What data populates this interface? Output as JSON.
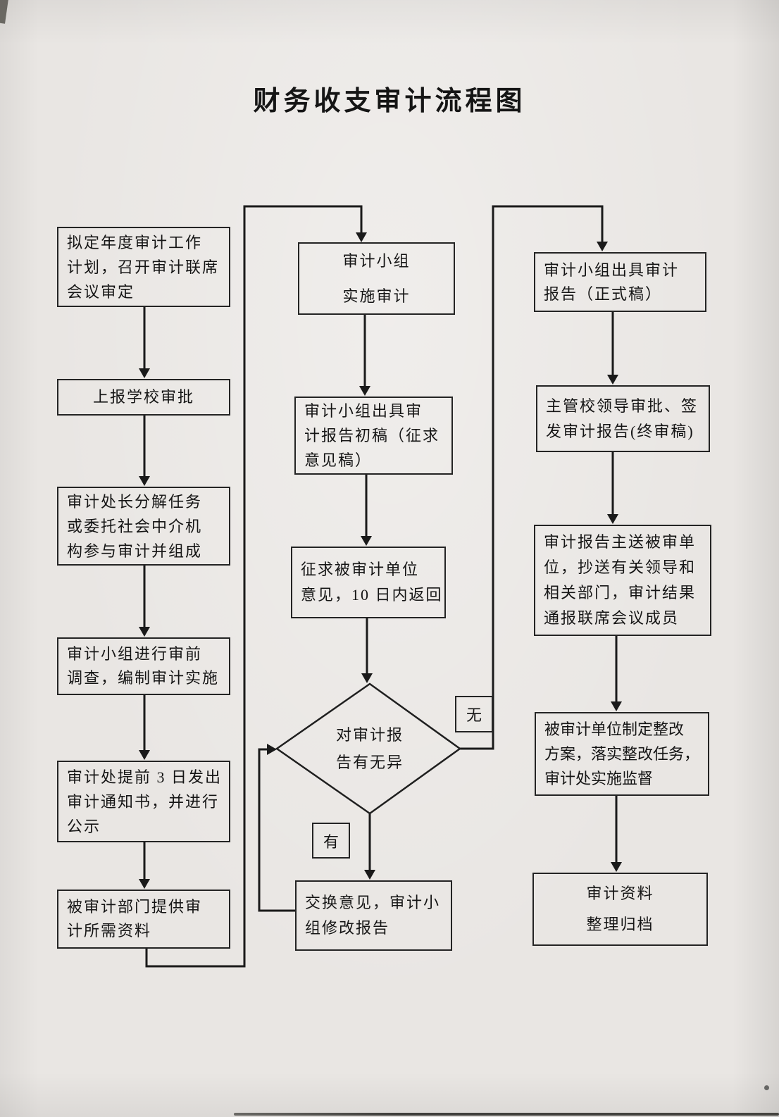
{
  "title": "财务收支审计流程图",
  "nodes": {
    "plan": {
      "lines": [
        "拟定年度审计工作",
        "计划，召开审计联席",
        "会议审定"
      ]
    },
    "school": {
      "lines": [
        "上报学校审批"
      ]
    },
    "assign": {
      "lines": [
        "审计处长分解任务",
        "或委托社会中介机",
        "构参与审计并组成"
      ]
    },
    "presurvey": {
      "lines": [
        "审计小组进行审前",
        "调查，编制审计实施"
      ]
    },
    "notice": {
      "lines": [
        "审计处提前 3 日发出",
        "审计通知书，并进行",
        "公示"
      ]
    },
    "materials": {
      "lines": [
        "被审计部门提供审",
        "计所需资料"
      ]
    },
    "implement": {
      "lines": [
        "审计小组",
        "实施审计"
      ]
    },
    "draft": {
      "lines": [
        "审计小组出具审",
        "计报告初稿（征求",
        "意见稿）"
      ]
    },
    "solicit": {
      "lines": [
        "征求被审计单位",
        "意见，10 日内返回"
      ]
    },
    "decision": {
      "lines": [
        "对审计报",
        "告有无异"
      ]
    },
    "label_no": "无",
    "label_yes": "有",
    "revise": {
      "lines": [
        "交换意见，审计小",
        "组修改报告"
      ]
    },
    "formal": {
      "lines": [
        "审计小组出具审计",
        "报告（正式稿）"
      ]
    },
    "sign": {
      "lines": [
        "主管校领导审批、签",
        "发审计报告(终审稿)"
      ]
    },
    "deliver": {
      "lines": [
        "审计报告主送被审单",
        "位，抄送有关领导和",
        "相关部门，审计结果",
        "通报联席会议成员"
      ]
    },
    "rectify": {
      "lines": [
        "被审计单位制定整改",
        "方案，落实整改任务，",
        "审计处实施监督"
      ]
    },
    "archive": {
      "lines": [
        "审计资料",
        "整理归档"
      ]
    }
  },
  "colors": {
    "ink": "#1a1a1a",
    "paper": "#e9e6e3"
  }
}
